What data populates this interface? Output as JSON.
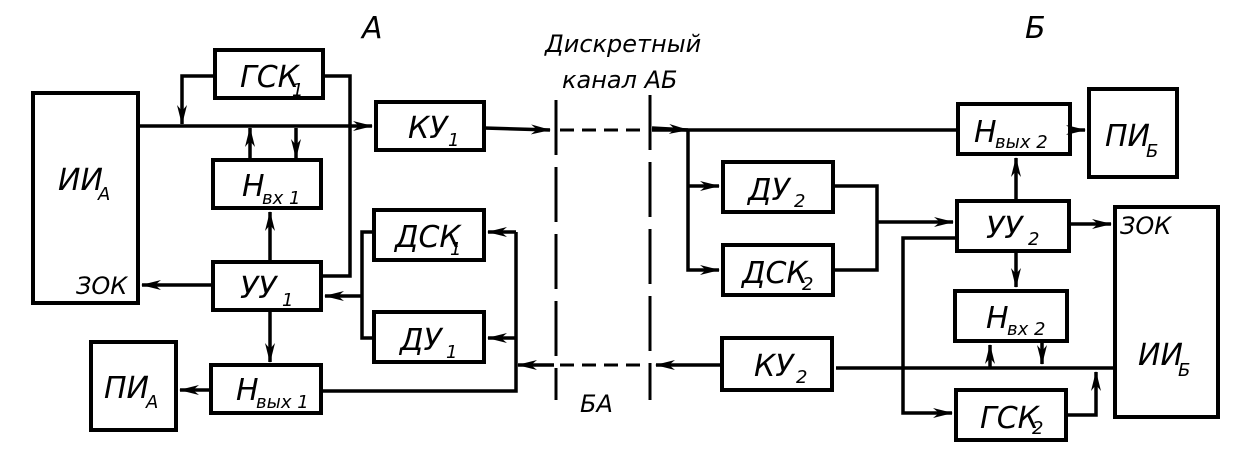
{
  "diagram": {
    "station_a_label": "А",
    "station_b_label": "Б",
    "channel_label_line1": "Дискретный",
    "channel_label_line2": "канал АБ",
    "channel_return_label": "БА",
    "blocks": {
      "ii_a": {
        "main": "ИИ",
        "sub": "А",
        "port": "ЗОК"
      },
      "gsk1": {
        "main": "ГСК",
        "sub": "1"
      },
      "nvx1": {
        "main": "Н",
        "sub": "вх 1"
      },
      "uu1": {
        "main": "УУ",
        "sub": "1"
      },
      "nvyx1": {
        "main": "Н",
        "sub": "вых 1"
      },
      "pi_a": {
        "main": "ПИ",
        "sub": "А"
      },
      "ku1": {
        "main": "КУ",
        "sub": "1"
      },
      "dsk1": {
        "main": "ДСК",
        "sub": "1"
      },
      "du1": {
        "main": "ДУ",
        "sub": "1"
      },
      "du2": {
        "main": "ДУ",
        "sub": "2"
      },
      "dsk2": {
        "main": "ДСК",
        "sub": "2"
      },
      "nvyx2": {
        "main": "Н",
        "sub": "вых 2"
      },
      "pi_b": {
        "main": "ПИ",
        "sub": "Б"
      },
      "uu2": {
        "main": "УУ",
        "sub": "2"
      },
      "nvx2": {
        "main": "Н",
        "sub": "вх 2"
      },
      "gsk2": {
        "main": "ГСК",
        "sub": "2"
      },
      "ku2": {
        "main": "КУ",
        "sub": "2"
      },
      "ii_b": {
        "main": "ИИ",
        "sub": "Б",
        "port": "ЗОК"
      }
    }
  }
}
